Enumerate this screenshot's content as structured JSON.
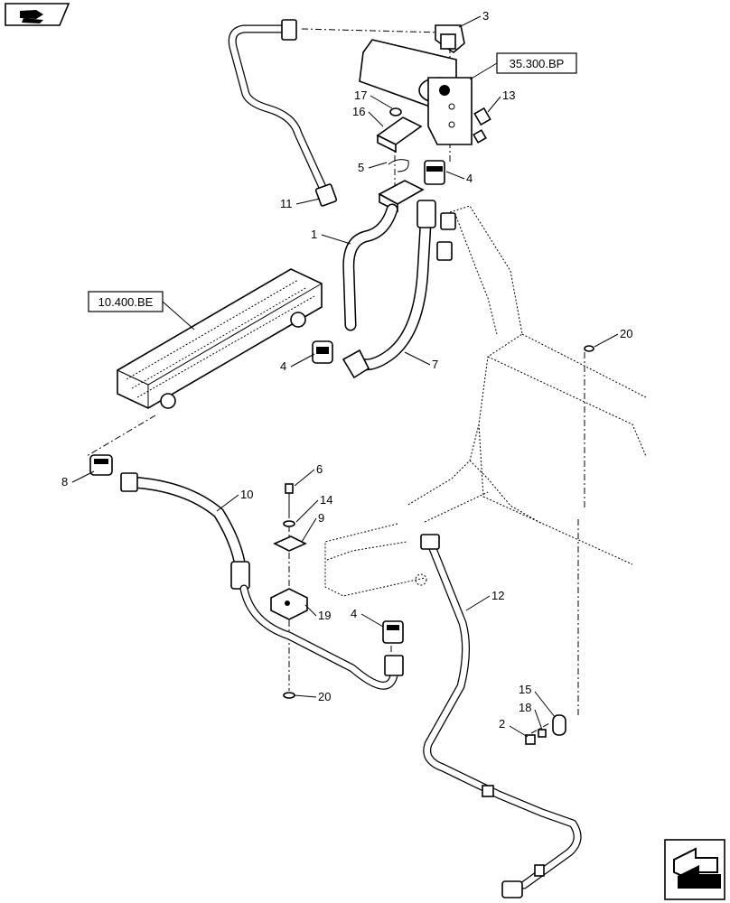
{
  "nav": {
    "top_icon": "book-open-icon",
    "bottom_icon": "arrow-next-icon"
  },
  "references": [
    {
      "id": "ref-35300bp",
      "text": "35.300.BP"
    },
    {
      "id": "ref-10400be",
      "text": "10.400.BE"
    }
  ],
  "callouts": [
    {
      "id": "c3",
      "number": "3"
    },
    {
      "id": "c13",
      "number": "13"
    },
    {
      "id": "c17",
      "number": "17"
    },
    {
      "id": "c16",
      "number": "16"
    },
    {
      "id": "c5",
      "number": "5"
    },
    {
      "id": "c4a",
      "number": "4"
    },
    {
      "id": "c11",
      "number": "11"
    },
    {
      "id": "c1",
      "number": "1"
    },
    {
      "id": "c4b",
      "number": "4"
    },
    {
      "id": "c7",
      "number": "7"
    },
    {
      "id": "c20a",
      "number": "20"
    },
    {
      "id": "c8",
      "number": "8"
    },
    {
      "id": "c6",
      "number": "6"
    },
    {
      "id": "c10",
      "number": "10"
    },
    {
      "id": "c14",
      "number": "14"
    },
    {
      "id": "c9",
      "number": "9"
    },
    {
      "id": "c19",
      "number": "19"
    },
    {
      "id": "c4c",
      "number": "4"
    },
    {
      "id": "c20b",
      "number": "20"
    },
    {
      "id": "c12",
      "number": "12"
    },
    {
      "id": "c15",
      "number": "15"
    },
    {
      "id": "c18",
      "number": "18"
    },
    {
      "id": "c2",
      "number": "2"
    }
  ]
}
